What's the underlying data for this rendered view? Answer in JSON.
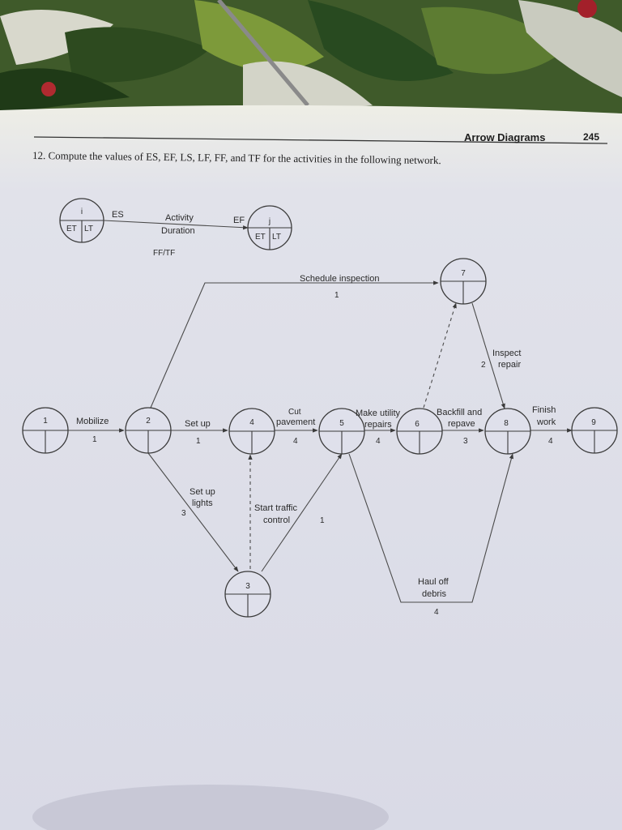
{
  "header": {
    "title": "Arrow Diagrams",
    "page_number": "245"
  },
  "problem": {
    "text": "12. Compute the values of ES, EF, LS, LF, FF, and TF for the activities in the following network."
  },
  "legend": {
    "i": "i",
    "j": "j",
    "et": "ET",
    "lt": "LT",
    "es": "ES",
    "ef": "EF",
    "activity": "Activity",
    "duration": "Duration",
    "fftf": "FF/TF"
  },
  "nodes": [
    "1",
    "2",
    "3",
    "4",
    "5",
    "6",
    "7",
    "8",
    "9"
  ],
  "activities": {
    "mobilize": {
      "name": "Mobilize",
      "duration": "1"
    },
    "setup": {
      "name": "Set up",
      "duration": "1"
    },
    "cut": {
      "line1": "Cut",
      "line2": "pavement",
      "duration": "4"
    },
    "utility": {
      "line1": "Make utility",
      "line2": "repairs",
      "duration": "4"
    },
    "backfill": {
      "line1": "Backfill and",
      "line2": "repave",
      "duration": "3"
    },
    "finish": {
      "line1": "Finish",
      "line2": "work",
      "duration": "4"
    },
    "lights": {
      "line1": "Set up",
      "line2": "lights",
      "duration": "3"
    },
    "traffic": {
      "line1": "Start traffic",
      "line2": "control",
      "duration": "1"
    },
    "inspection": {
      "name": "Schedule inspection",
      "duration": "1"
    },
    "inspect": {
      "line1": "Inspect",
      "line2": "repair",
      "duration": "2"
    },
    "haul": {
      "line1": "Haul off",
      "line2": "debris",
      "duration": "4"
    }
  }
}
